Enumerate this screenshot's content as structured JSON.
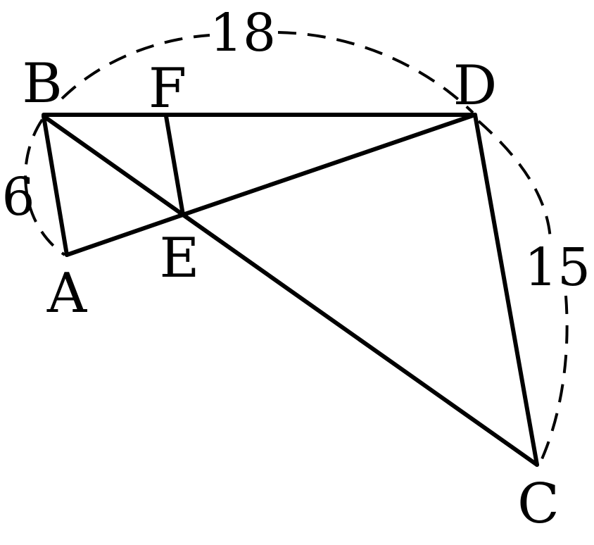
{
  "points": {
    "A": "A",
    "B": "B",
    "C": "C",
    "D": "D",
    "E": "E",
    "F": "F"
  },
  "segments": [
    "AB",
    "AE",
    "ED",
    "BD",
    "BE",
    "EC",
    "FE",
    "DC"
  ],
  "lengths": {
    "AB": "6",
    "BD": "18",
    "DC": "15"
  }
}
